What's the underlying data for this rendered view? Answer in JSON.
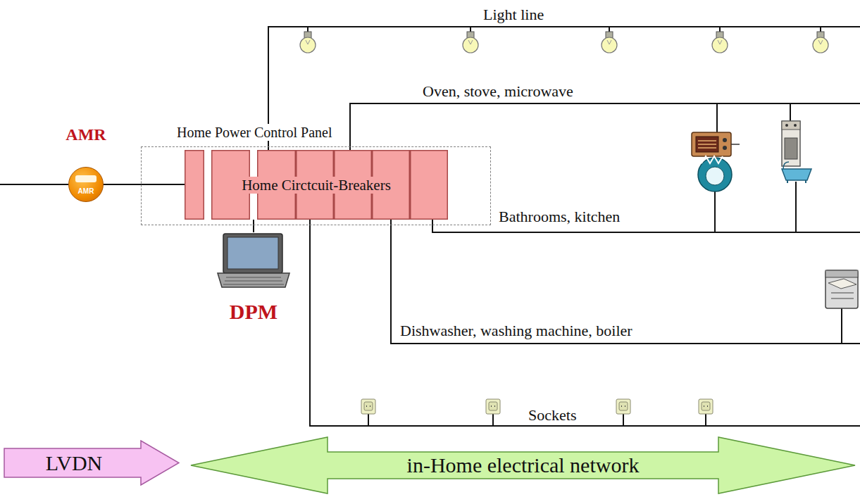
{
  "diagram": {
    "nodes": [
      {
        "text": [
          "Home Power Control Panel"
        ]
      },
      {
        "text": [
          "Home Circtcuit-Breakers"
        ],
        "in": 0
      },
      {
        "text": [
          "AMR",
          "AMR"
        ]
      },
      {
        "text": [
          "DPM"
        ]
      },
      {
        "text": [
          "LVDN"
        ]
      },
      {
        "text": [
          "in-Home electrical network"
        ]
      }
    ],
    "edges": [
      {
        "from": 2,
        "to": 1,
        "arrow": "none"
      },
      {
        "from": 3,
        "to": 1,
        "arrow": "none"
      }
    ],
    "labels": [
      "Light line",
      "Oven, stove, microwave",
      "Bathrooms, kitchen",
      "Dishwasher, washing machine, boiler",
      "Sockets"
    ]
  }
}
